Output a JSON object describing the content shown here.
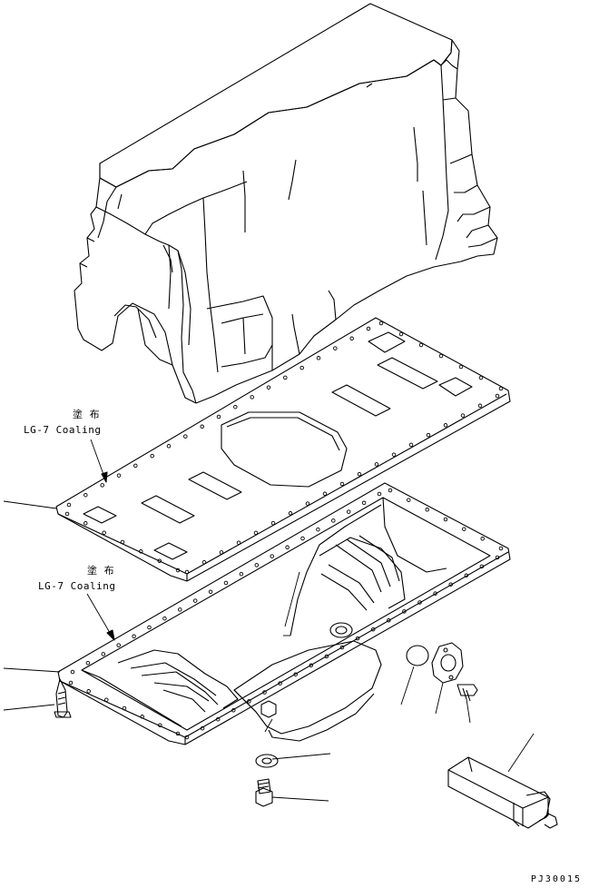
{
  "callouts": [
    {
      "id": "coating-upper",
      "kanji": "塗 布",
      "text": "LG-7 Coaling"
    },
    {
      "id": "coating-lower",
      "kanji": "塗 布",
      "text": "LG-7 Coaling"
    }
  ],
  "drawing_code": "PJ30015",
  "parts": [
    "cylinder-block",
    "gasket",
    "oil-pan",
    "pan-bolt",
    "drain-washer",
    "drain-plug",
    "plug",
    "cover-plate",
    "cover-bolt",
    "heater"
  ]
}
